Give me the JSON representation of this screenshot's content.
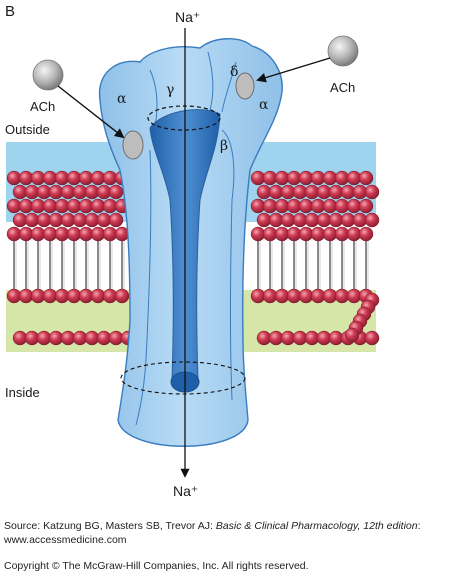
{
  "panel_label": "B",
  "ions": {
    "top": "Na⁺",
    "bottom": "Na⁺"
  },
  "ligands": {
    "left": "ACh",
    "right": "ACh"
  },
  "regions": {
    "outside": "Outside",
    "inside": "Inside"
  },
  "subunits": {
    "alpha_left": "α",
    "gamma": "γ",
    "delta": "δ",
    "alpha_right": "α",
    "beta": "β"
  },
  "colors": {
    "extracellular_band": "#9fd4ee",
    "intracellular_band": "#d6e6a8",
    "lipid_head": "#c8324a",
    "receptor_body": "#a9d0ef",
    "receptor_outline": "#3a7cc0",
    "channel_pore": "#2e6fb6",
    "ligand": "#b8b8b8"
  },
  "credit": {
    "source_prefix": "Source: Katzung BG, Masters SB, Trevor AJ: ",
    "source_title": "Basic & Clinical Pharmacology, 12th edition",
    "source_suffix": ":",
    "website": "www.accessmedicine.com",
    "copyright": "Copyright © The McGraw-Hill Companies, Inc. All rights reserved."
  }
}
